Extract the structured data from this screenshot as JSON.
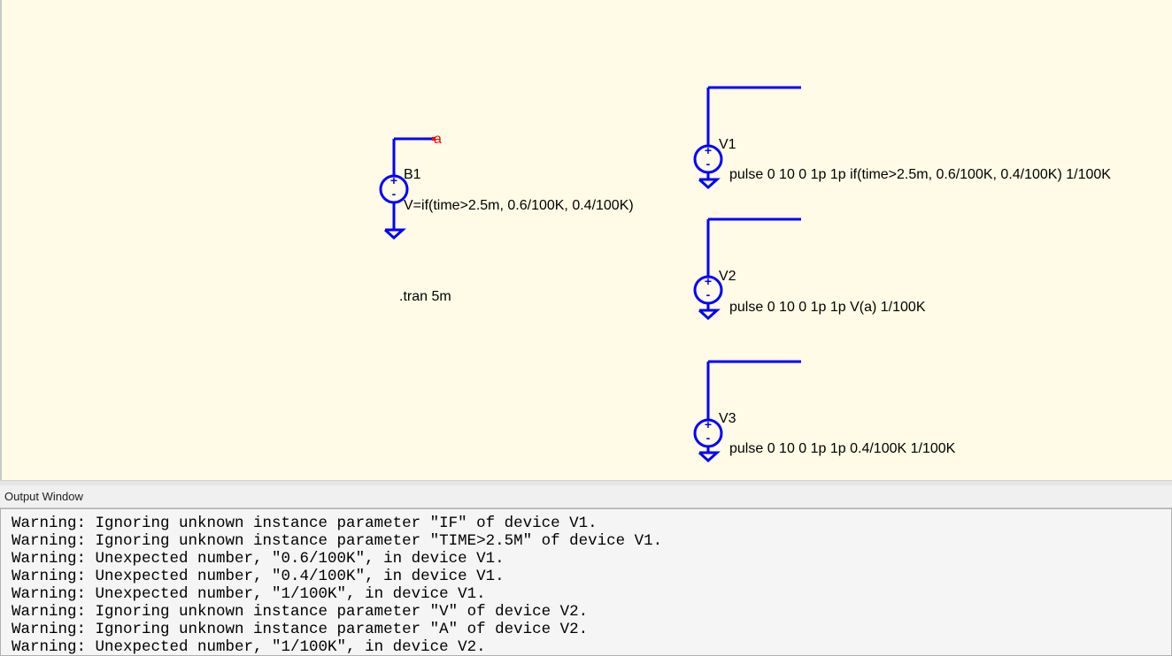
{
  "schematic": {
    "net_label": "a",
    "components": [
      {
        "name": "B1",
        "value": "V=if(time>2.5m, 0.6/100K, 0.4/100K)"
      },
      {
        "name": "V1",
        "value": "pulse 0 10 0 1p 1p if(time>2.5m, 0.6/100K, 0.4/100K) 1/100K"
      },
      {
        "name": "V2",
        "value": "pulse 0 10 0 1p 1p V(a) 1/100K"
      },
      {
        "name": "V3",
        "value": "pulse 0 10 0 1p 1p 0.4/100K 1/100K"
      }
    ],
    "directive": ".tran 5m",
    "wire_color": "#0000ff",
    "net_color": "#ff0000",
    "background_color": "#fffbe6"
  },
  "output_window": {
    "title": "Output Window",
    "lines": [
      "Warning: Ignoring unknown instance parameter \"IF\" of device V1.",
      "Warning: Ignoring unknown instance parameter \"TIME>2.5M\" of device V1.",
      "Warning: Unexpected number, \"0.6/100K\", in device V1.",
      "Warning: Unexpected number, \"0.4/100K\", in device V1.",
      "Warning: Unexpected number, \"1/100K\", in device V1.",
      "Warning: Ignoring unknown instance parameter \"V\" of device V2.",
      "Warning: Ignoring unknown instance parameter \"A\" of device V2.",
      "Warning: Unexpected number, \"1/100K\", in device V2."
    ]
  }
}
